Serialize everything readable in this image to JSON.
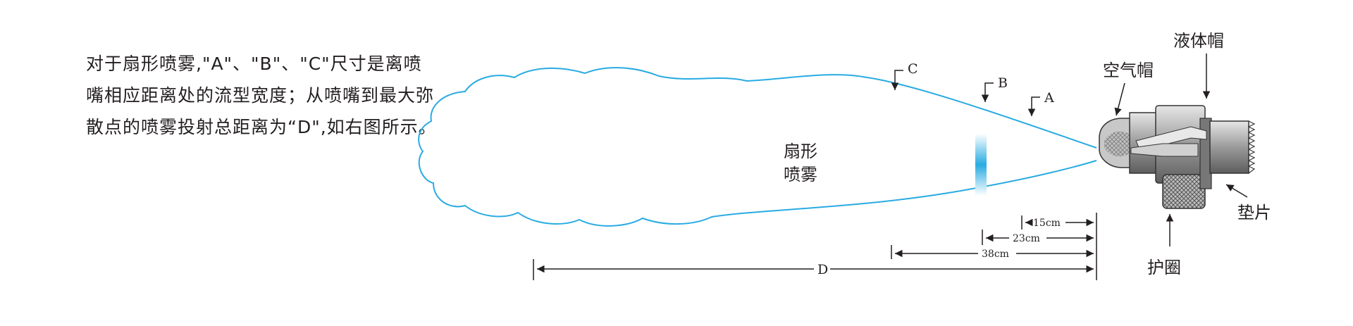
{
  "description": "对于扇形喷雾,\"A\"、\"B\"、\"C\"尺寸是离喷嘴相应距离处的流型宽度；从喷嘴到最大弥散点的喷雾投射总距离为“D\",如右图所示。",
  "diagram": {
    "spray_label": [
      "扇形",
      "喷雾"
    ],
    "width_markers": {
      "a": "A",
      "b": "B",
      "c": "C"
    },
    "parts": {
      "air_cap": "空气帽",
      "fluid_cap": "液体帽",
      "gasket": "垫片",
      "retaining_ring": "护圈"
    },
    "dimensions": {
      "a": "15cm",
      "b": "23cm",
      "c": "38cm",
      "d": "D"
    },
    "colors": {
      "spray_outline": "#29abe2",
      "ink": "#231f20",
      "metal": "#9a9a9a"
    }
  }
}
